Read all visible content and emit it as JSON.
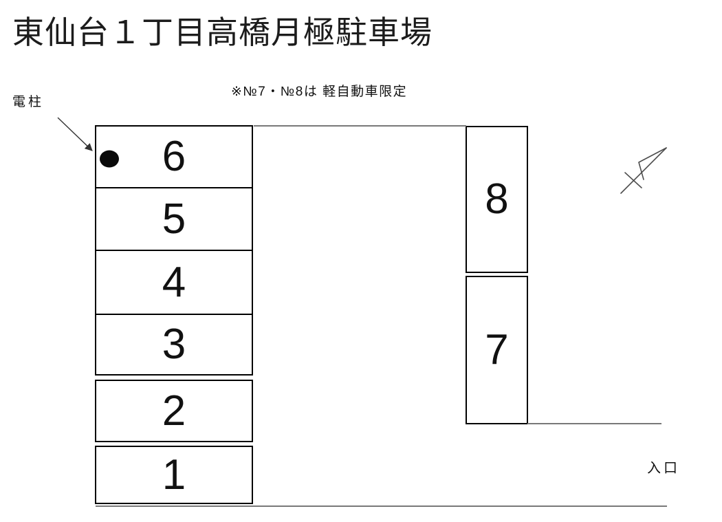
{
  "title": "東仙台１丁目高橋月極駐車場",
  "note": "※№7・№8は 軽自動車限定",
  "labels": {
    "pole": "電柱",
    "entrance": "入口"
  },
  "left_spaces": [
    {
      "number": "6"
    },
    {
      "number": "5"
    },
    {
      "number": "4"
    },
    {
      "number": "3"
    },
    {
      "number": "2"
    },
    {
      "number": "1"
    }
  ],
  "right_spaces": [
    {
      "number": "8"
    },
    {
      "number": "7"
    }
  ],
  "colors": {
    "background": "#ffffff",
    "ink": "#1c1c1c",
    "box_border": "#000000",
    "boundary_line": "#787878",
    "pole_dot": "#0a0a0a",
    "sketch": "#4d4d4d"
  }
}
